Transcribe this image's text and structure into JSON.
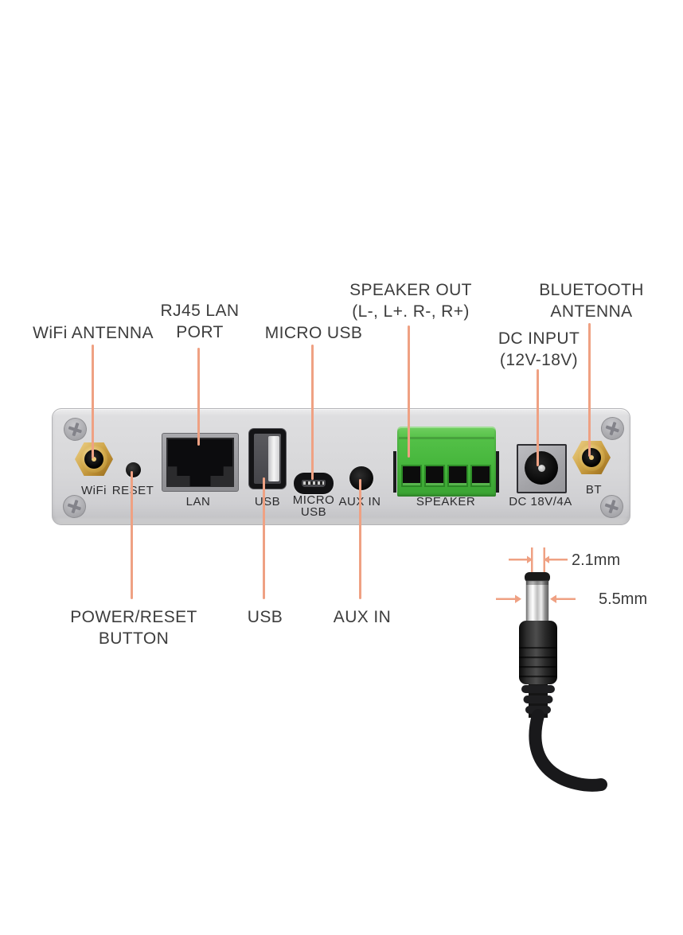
{
  "colors": {
    "leader": "#efa183",
    "label_text": "#3d3d3d",
    "panel_gray": "#d7d7d9",
    "terminal_green": "#46b63c",
    "connector_gold": "#d0a74c"
  },
  "callouts": {
    "wifi_antenna": "WiFi ANTENNA",
    "rj45_lan_l1": "RJ45 LAN",
    "rj45_lan_l2": "PORT",
    "micro_usb": "MICRO USB",
    "speaker_out_l1": "SPEAKER OUT",
    "speaker_out_l2": "(L-, L+. R-, R+)",
    "bluetooth_l1": "BLUETOOTH",
    "bluetooth_l2": "ANTENNA",
    "dc_input_l1": "DC INPUT",
    "dc_input_l2": "(12V-18V)",
    "power_reset_l1": "POWER/RESET",
    "power_reset_l2": "BUTTON",
    "usb": "USB",
    "aux_in": "AUX IN"
  },
  "panel_labels": {
    "wifi": "WiFi",
    "reset": "RESET",
    "lan": "LAN",
    "usb": "USB",
    "micro_l1": "MICRO",
    "micro_l2": "USB",
    "aux_in": "AUX IN",
    "speaker": "SPEAKER",
    "dc": "DC 18V/4A",
    "bt": "BT"
  },
  "plug": {
    "inner_diameter": "2.1mm",
    "outer_diameter": "5.5mm"
  }
}
